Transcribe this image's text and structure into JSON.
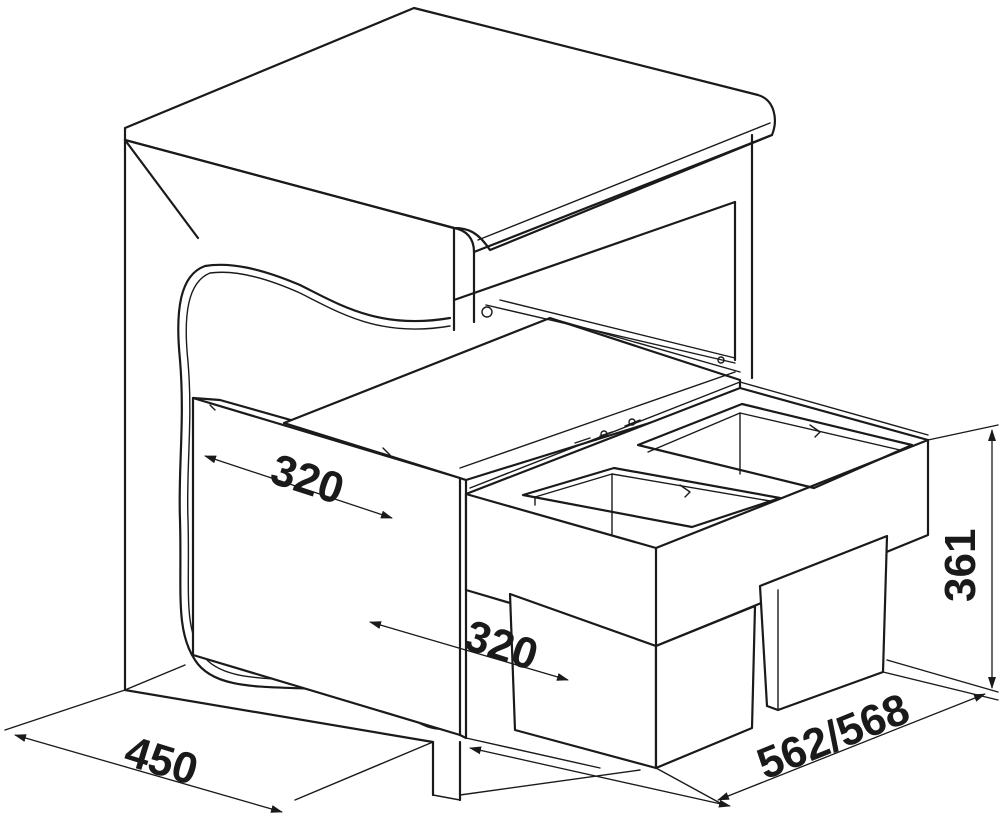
{
  "dimensions": {
    "drawer_width": "320",
    "bin_width": "320",
    "cabinet_depth": "450",
    "installation_depth": "562/568",
    "height": "361"
  },
  "line_color": "#1a1a1a",
  "background": "#ffffff"
}
